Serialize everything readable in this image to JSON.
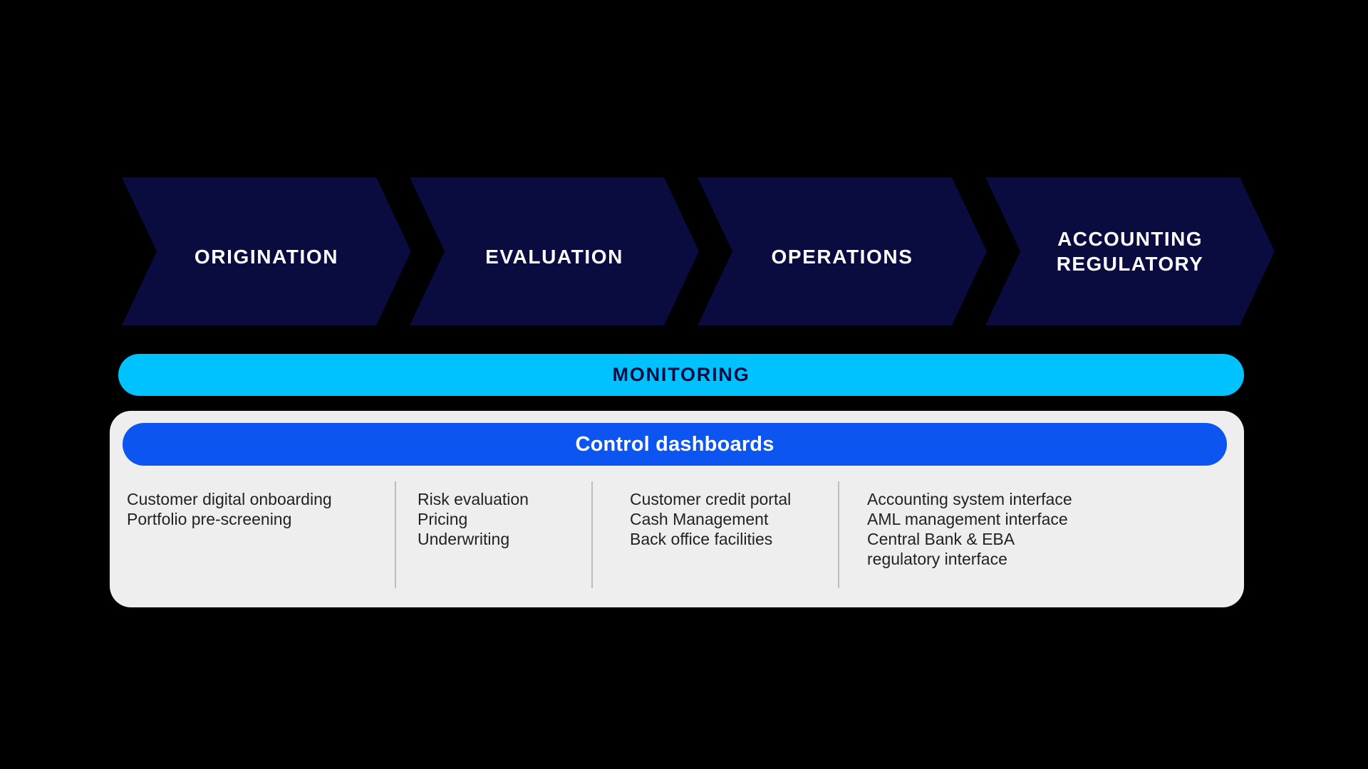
{
  "colors": {
    "background": "#000000",
    "chevron_fill": "#0A0B3E",
    "chevron_text": "#FFFFFF",
    "monitoring_fill": "#00C2FF",
    "monitoring_text": "#0A0B3E",
    "control_bar_fill": "#0C55F0",
    "control_bar_text": "#FFFFFF",
    "panel_fill": "#EEEEEE",
    "divider": "#BDBDBD",
    "list_text": "#222222"
  },
  "stages": [
    {
      "label": "ORIGINATION"
    },
    {
      "label": "EVALUATION"
    },
    {
      "label": "OPERATIONS"
    },
    {
      "label": "ACCOUNTING\nREGULATORY"
    }
  ],
  "monitoring": {
    "label": "MONITORING"
  },
  "control": {
    "title": "Control dashboards",
    "columns": [
      {
        "items": [
          "Customer digital onboarding",
          "Portfolio pre-screening"
        ]
      },
      {
        "items": [
          "Risk evaluation",
          "Pricing",
          "Underwriting"
        ]
      },
      {
        "items": [
          "Customer credit portal",
          "Cash Management",
          "Back office facilities"
        ]
      },
      {
        "items": [
          "Accounting system interface",
          "AML management interface",
          "Central Bank & EBA",
          "regulatory interface"
        ]
      }
    ]
  }
}
